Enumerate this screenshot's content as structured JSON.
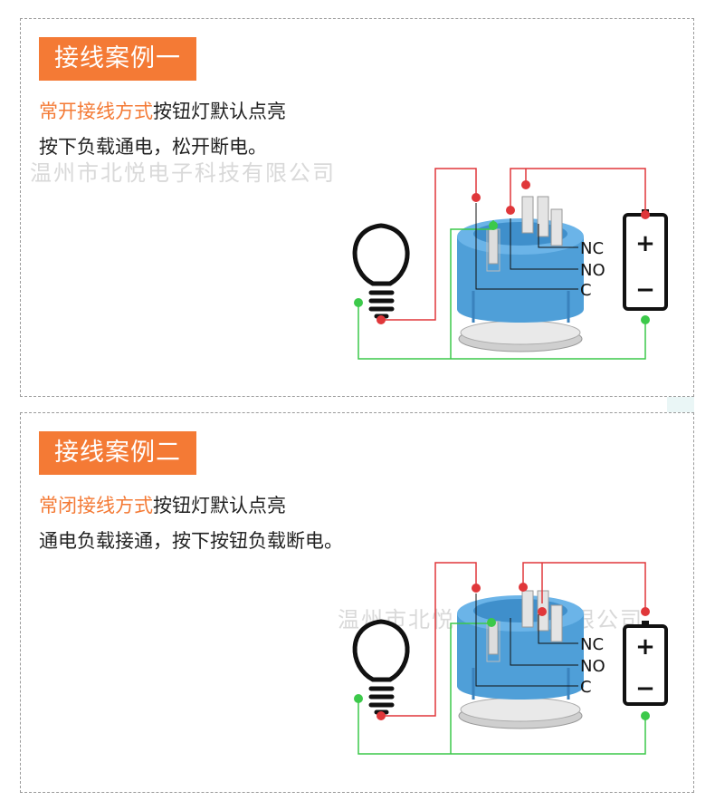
{
  "cases": [
    {
      "title": "接线案例一",
      "heading_highlight": "常开接线方式",
      "heading_rest": "按钮灯默认点亮",
      "description": "按下负载通电，松开断电。",
      "watermark": "温州市北悦电子科技有限公司",
      "labels": {
        "nc": "NC",
        "no": "NO",
        "c": "C"
      },
      "battery": {
        "plus": "+",
        "minus": "−"
      }
    },
    {
      "title": "接线案例二",
      "heading_highlight": "常闭接线方式",
      "heading_rest": "按钮灯默认点亮",
      "description": "通电负载接通，按下按钮负载断电。",
      "watermark": "温州市北悦电子科技有限公司",
      "labels": {
        "nc": "NC",
        "no": "NO",
        "c": "C"
      },
      "battery": {
        "plus": "+",
        "minus": "−"
      }
    }
  ],
  "colors": {
    "accent": "#f47a35",
    "red_wire": "#e0373a",
    "green_wire": "#3cc94a",
    "switch_blue": "#4f9fd8"
  }
}
